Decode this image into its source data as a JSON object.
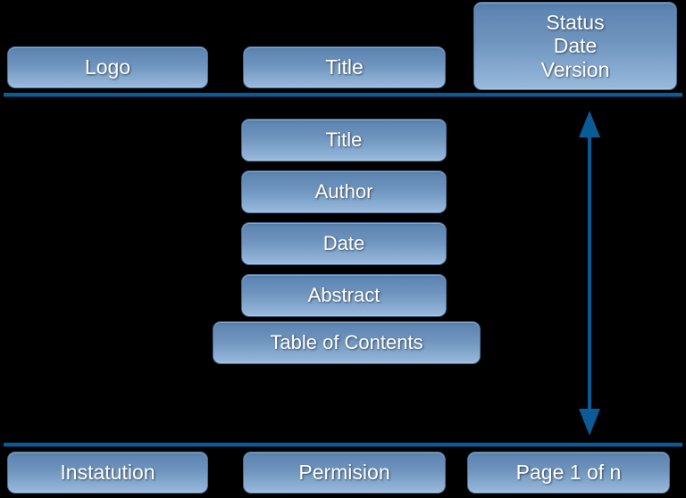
{
  "page": {
    "background_color": "#000000",
    "accent_color": "#0b5b96",
    "box_gradient_top": "#4f7aa8",
    "box_gradient_bottom": "#9cbbdd",
    "text_color": "#ffffff"
  },
  "header": {
    "logo_label": "Logo",
    "title_label": "Title",
    "meta_label": "Status\nDate\nVersion",
    "meta_lines": [
      "Status",
      "Date",
      "Version"
    ]
  },
  "separators": {
    "header_rule": "header-divider",
    "footer_rule": "footer-divider"
  },
  "body": {
    "items": [
      {
        "label": "Title"
      },
      {
        "label": "Author"
      },
      {
        "label": "Date"
      },
      {
        "label": "Abstract"
      },
      {
        "label": "Table of Contents"
      }
    ]
  },
  "annotations": {
    "content_arrow": {
      "icon": "double-headed-vertical-arrow-icon",
      "color": "#0b5b96"
    }
  },
  "footer": {
    "institution_label": "Instatution",
    "permission_label": "Permision",
    "page_label": "Page 1 of n"
  }
}
